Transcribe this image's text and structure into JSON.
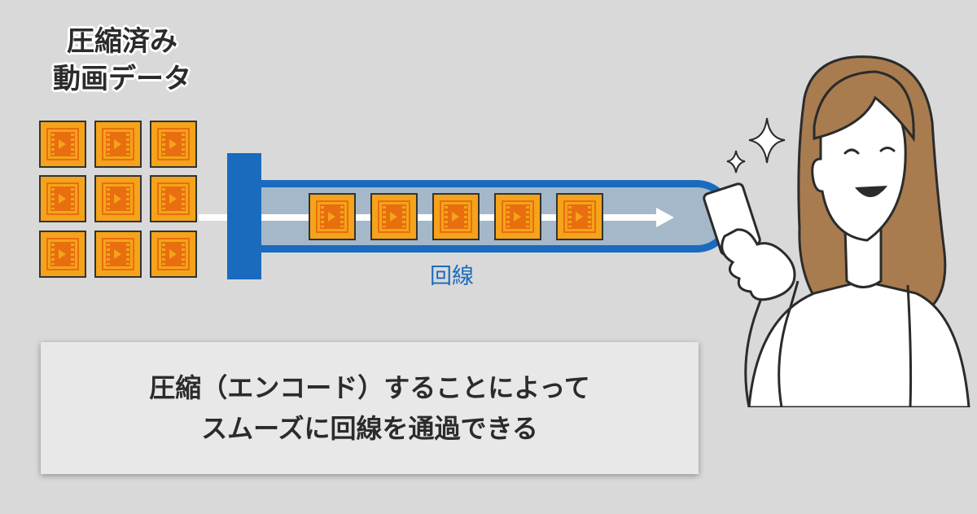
{
  "title": {
    "line1": "圧縮済み",
    "line2": "動画データ"
  },
  "pipe": {
    "label": "回線"
  },
  "caption": {
    "line1": "圧縮（エンコード）することによって",
    "line2": "スムーズに回線を通過できる"
  },
  "colors": {
    "background": "#d9d9d9",
    "pipe_blue": "#1a6bbd",
    "pipe_fill": "#a4b8c9",
    "tile_orange": "#f5a31a",
    "tile_dark_orange": "#e86e10",
    "hair": "#a87c4f"
  },
  "icons": {
    "video_tile": "video-file-icon",
    "sparkle": "sparkle-icon"
  },
  "counts": {
    "stacked_videos": 9,
    "videos_in_pipe": 5
  }
}
